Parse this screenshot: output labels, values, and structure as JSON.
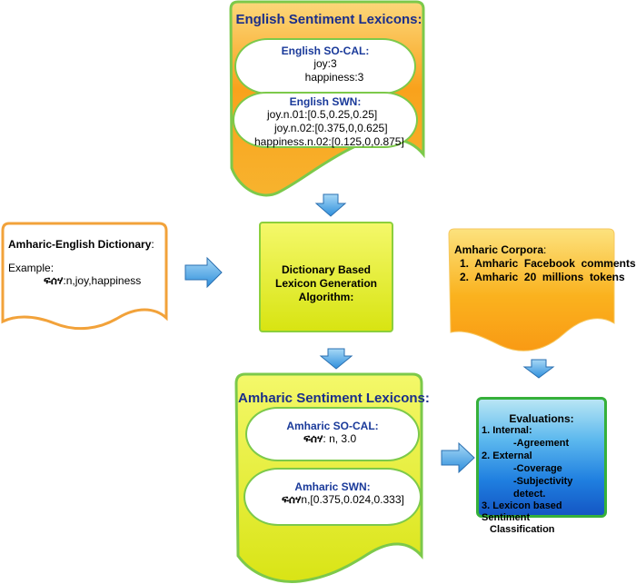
{
  "english_lexicons": {
    "title": "English Sentiment Lexicons:",
    "socal": {
      "heading": "English SO-CAL:",
      "lines": [
        "joy:3",
        "happiness:3"
      ]
    },
    "swn": {
      "heading": "English SWN:",
      "lines": [
        "joy.n.01:[0.5,0.25,0.25]",
        "joy.n.02:[0.375,0,0.625]",
        "happiness.n.02:[0.125,0,0.875]"
      ]
    }
  },
  "dictionary": {
    "title": "Amharic-English Dictionary",
    "colon": ":",
    "example_label": "Example:",
    "example_word": "ፍሰሃ",
    "example_rest": ":n,joy,happiness"
  },
  "algorithm": {
    "label": "Dictionary Based Lexicon Generation Algorithm:"
  },
  "corpora": {
    "title": "Amharic Corpora",
    "colon": ":",
    "items": [
      "1.  Amharic  Facebook  comments",
      "2.  Amharic  20  millions  tokens"
    ]
  },
  "amharic_lexicons": {
    "title": "Amharic Sentiment Lexicons:",
    "socal": {
      "heading": "Amharic SO-CAL:",
      "word": "ፍሰሃ",
      "rest": ": n, 3.0"
    },
    "swn": {
      "heading": "Amharic SWN:",
      "word": "ፍሰሃ",
      "rest": "n,[0.375,0.024,0.333]"
    }
  },
  "evaluations": {
    "title": "Evaluations:",
    "lines": [
      "1. Internal:",
      "-Agreement",
      "2. External",
      "-Coverage",
      "-Subjectivity detect.",
      "3. Lexicon based Sentiment",
      "Classification"
    ]
  },
  "colors": {
    "english_fill": "#f9a21c",
    "yellow_fill": "#e8f03a",
    "green_border": "#7cc94a",
    "orange_border": "#f2a23a",
    "arrow_fill": "#4aa6e8",
    "eval_fill": "#1f7fe0",
    "title_blue": "#1a2e8a"
  }
}
